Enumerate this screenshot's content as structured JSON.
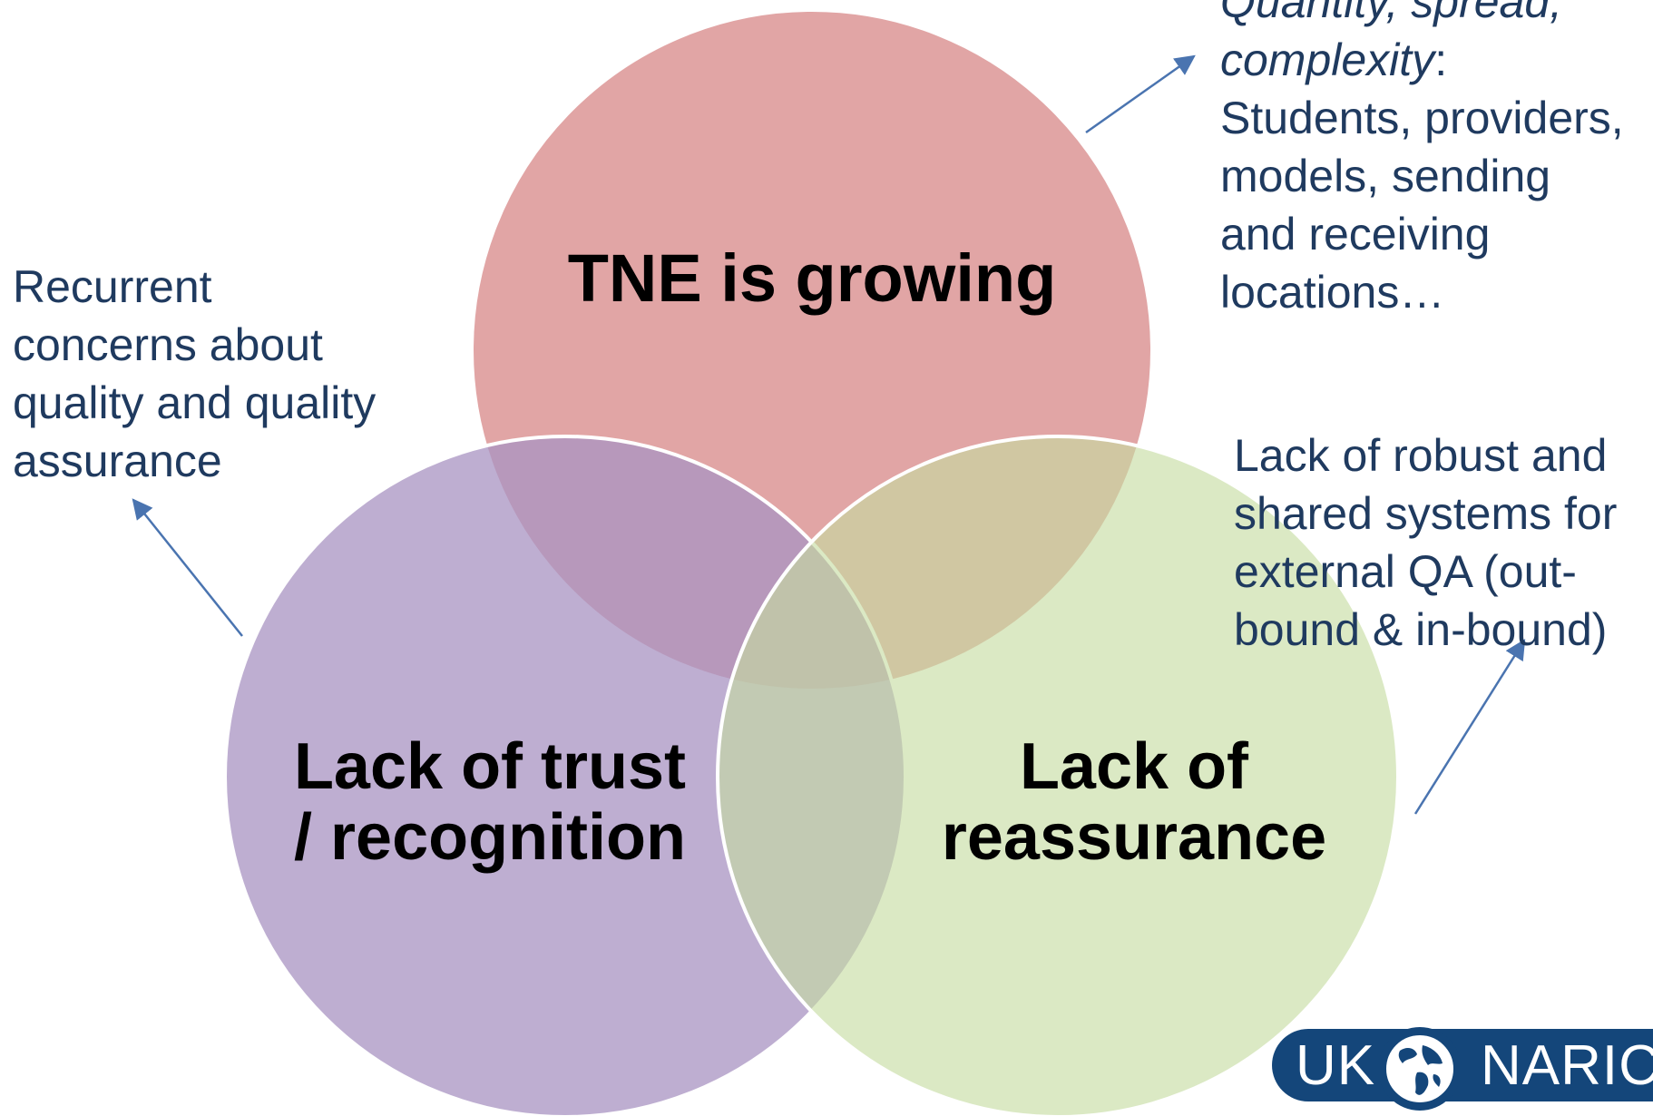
{
  "colors": {
    "circle_top": "#d98f8e",
    "circle_left": "#a994c2",
    "circle_right": "#c5dba0",
    "circle_border": "#ffffff",
    "annotation_text": "#1f3a5f",
    "arrow": "#4a74b0",
    "logo_blue": "#14467a"
  },
  "circles": {
    "top": {
      "line1": "TNE is growing"
    },
    "left": {
      "line1": "Lack of trust",
      "line2": "/ recognition"
    },
    "right": {
      "line1": "Lack of",
      "line2": "reassurance"
    }
  },
  "annotations": {
    "top_right": {
      "line1": "Quantity, spread,",
      "line2_italic": "complexity",
      "line2_rest": ":",
      "line3": "Students, providers,",
      "line4": "models, sending",
      "line5": "and receiving",
      "line6": "locations…"
    },
    "left": {
      "line1": "Recurrent",
      "line2": "concerns about",
      "line3": "quality and quality",
      "line4": "assurance"
    },
    "right": {
      "line1": "Lack of robust and",
      "line2": "shared systems for",
      "line3": "external QA (out-",
      "line4": "bound & in-bound)"
    }
  },
  "logo": {
    "left_text": "UK",
    "right_text": "NARIC",
    "icon": "globe-icon"
  }
}
